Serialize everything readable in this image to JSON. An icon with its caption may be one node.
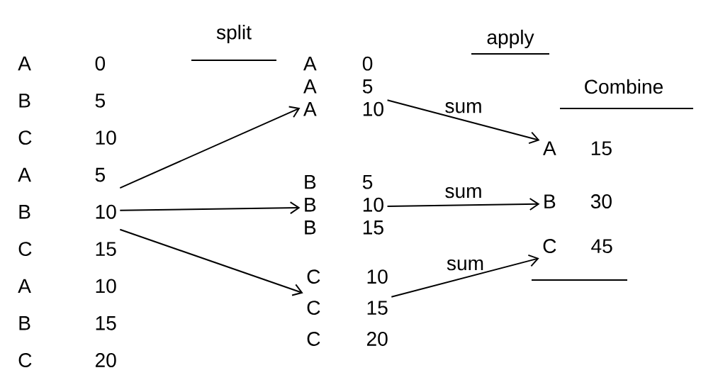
{
  "diagram": {
    "nodes": [
      {
        "text": [
          "A",
          "0",
          "B",
          "5",
          "C",
          "10",
          "A",
          "5",
          "B",
          "10",
          "C",
          "15",
          "A",
          "10",
          "B",
          "15",
          "C",
          "20"
        ]
      },
      {
        "text": [
          "A",
          "0",
          "A",
          "5",
          "A",
          "10"
        ]
      },
      {
        "text": [
          "B",
          "5",
          "B",
          "10",
          "B",
          "15"
        ]
      },
      {
        "text": [
          "C",
          "10",
          "C",
          "15",
          "C",
          "20"
        ]
      },
      {
        "text": [
          "A",
          "15"
        ]
      },
      {
        "text": [
          "B",
          "30"
        ]
      },
      {
        "text": [
          "C",
          "45"
        ]
      }
    ],
    "edges": [
      {
        "from": 0,
        "to": 1,
        "arrow": "to"
      },
      {
        "from": 0,
        "to": 2,
        "arrow": "to"
      },
      {
        "from": 0,
        "to": 3,
        "arrow": "to"
      },
      {
        "from": 1,
        "to": 4,
        "arrow": "to",
        "label": "sum"
      },
      {
        "from": 2,
        "to": 5,
        "arrow": "to",
        "label": "sum"
      },
      {
        "from": 3,
        "to": 6,
        "arrow": "to",
        "label": "sum"
      }
    ],
    "labels": [
      "split",
      "apply",
      "Combine"
    ]
  }
}
